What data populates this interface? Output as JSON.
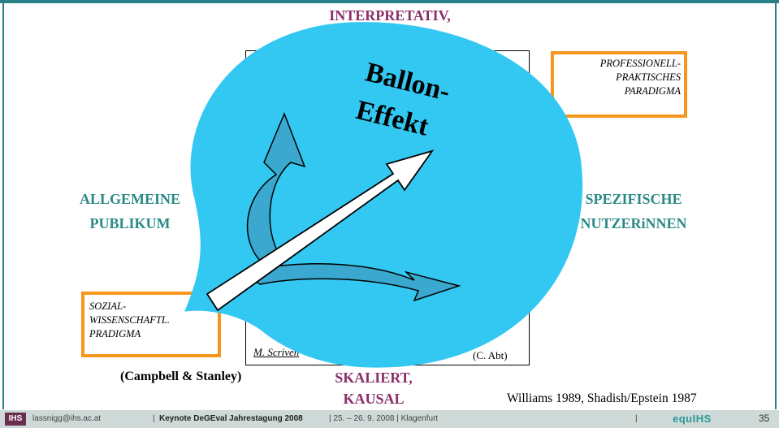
{
  "labels": {
    "top": "INTERPRETATIV,",
    "left_line1": "ALLGEMEINE",
    "left_line2": "PUBLIKUM",
    "right_line1": "SPEZIFISCHE",
    "right_line2": "NUTZERiNNEN",
    "bottom_line1": "SKALIERT,",
    "bottom_line2": "KAUSAL",
    "balloon_line1": "Ballon-",
    "balloon_line2": "Effekt"
  },
  "boxes": {
    "prof_line1": "PROFESSIONELL-",
    "prof_line2": "PRAKTISCHES",
    "prof_line3": "PARADIGMA",
    "soz_line1": "SOZIAL-",
    "soz_line2": "WISSENSCHAFTL.",
    "soz_line3": "PRADIGMA"
  },
  "annotations": {
    "scriven": "M. Scriven",
    "abt": "(C. Abt)",
    "campbell": "(Campbell & Stanley)",
    "williams": "Williams 1989, Shadish/Epstein 1987"
  },
  "footer": {
    "logo": "IHS",
    "email": "lassnigg@ihs.ac.at",
    "sep1": "|",
    "event": "Keynote DeGEval Jahrestagung 2008",
    "dates": "| 25. – 26. 9. 2008 | Klagenfurt",
    "sep2": "|",
    "brand": "equIHS",
    "page": "35"
  },
  "colors": {
    "teal": "#2b8a86",
    "purple": "#8b2f6a",
    "orange": "#f5961e",
    "balloon": "#33c8f2",
    "arrow_fill": "#3aa8cf",
    "footer_bg": "#cfd9d8"
  }
}
